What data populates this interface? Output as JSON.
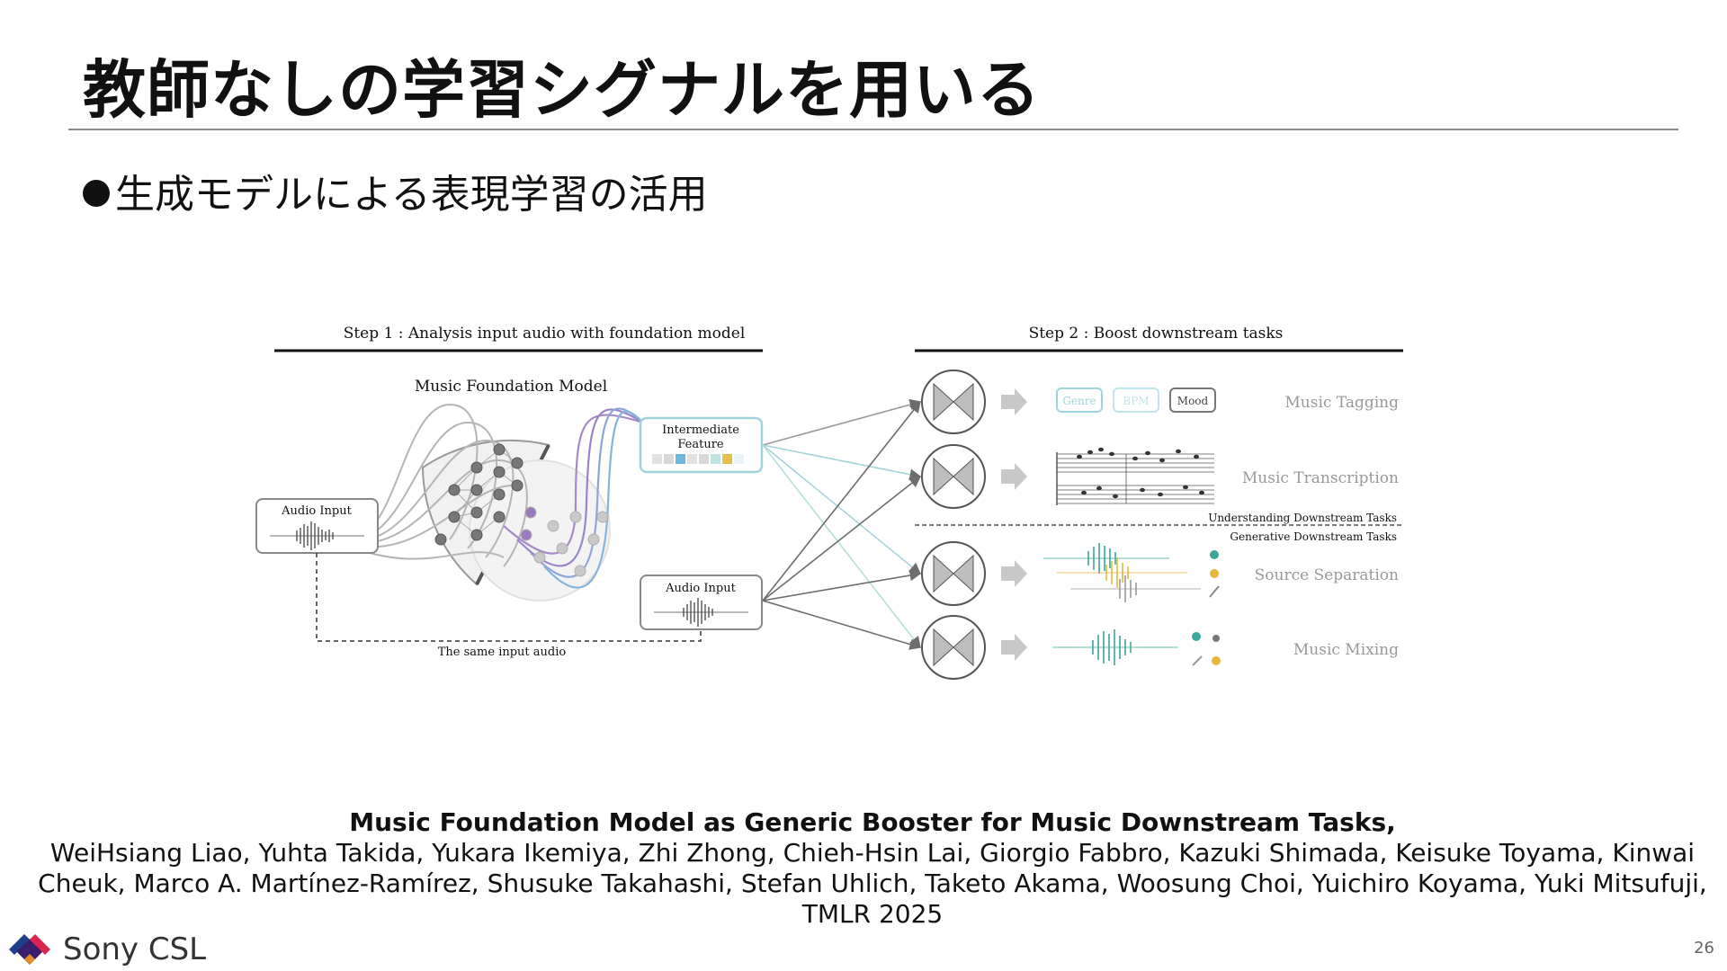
{
  "slide": {
    "title": "教師なしの学習シグナルを用いる",
    "bullet": "生成モデルによる表現学習の活用",
    "page_number": "26"
  },
  "figure": {
    "step1_label": "Step 1 : Analysis input audio with foundation model",
    "step2_label": "Step 2 : Boost downstream tasks",
    "model_label": "Music Foundation Model",
    "intermediate_line1": "Intermediate",
    "intermediate_line2": "Feature",
    "audio_input_left": "Audio Input",
    "audio_input_right": "Audio Input",
    "same_audio_label": "The same input audio",
    "tag_genre": "Genre",
    "tag_bpm": "BPM",
    "tag_mood": "Mood",
    "task_tagging": "Music Tagging",
    "task_transcription": "Music Transcription",
    "understanding_label": "Understanding Downstream Tasks",
    "generative_label": "Generative Downstream Tasks",
    "task_separation": "Source Separation",
    "task_mixing": "Music Mixing",
    "colors": {
      "teal": "#3aa79a",
      "yellow": "#e7b73a",
      "purple": "#8f6fb8",
      "light_blue": "#9fd4dc",
      "gray": "#9a9a9a"
    }
  },
  "citation": {
    "title": "Music Foundation Model as Generic Booster for Music Downstream Tasks,",
    "authors_line1": "WeiHsiang Liao, Yuhta Takida, Yukara Ikemiya, Zhi Zhong, Chieh-Hsin Lai, Giorgio Fabbro, Kazuki Shimada, Keisuke Toyama, Kinwai",
    "authors_line2": "Cheuk, Marco A. Martínez-Ramírez, Shusuke Takahashi, Stefan Uhlich, Taketo Akama, Woosung Choi, Yuichiro Koyama, Yuki Mitsufuji,",
    "venue": "TMLR 2025"
  },
  "footer": {
    "brand": "Sony CSL",
    "logo_icon": "sony-csl-logo-icon"
  }
}
